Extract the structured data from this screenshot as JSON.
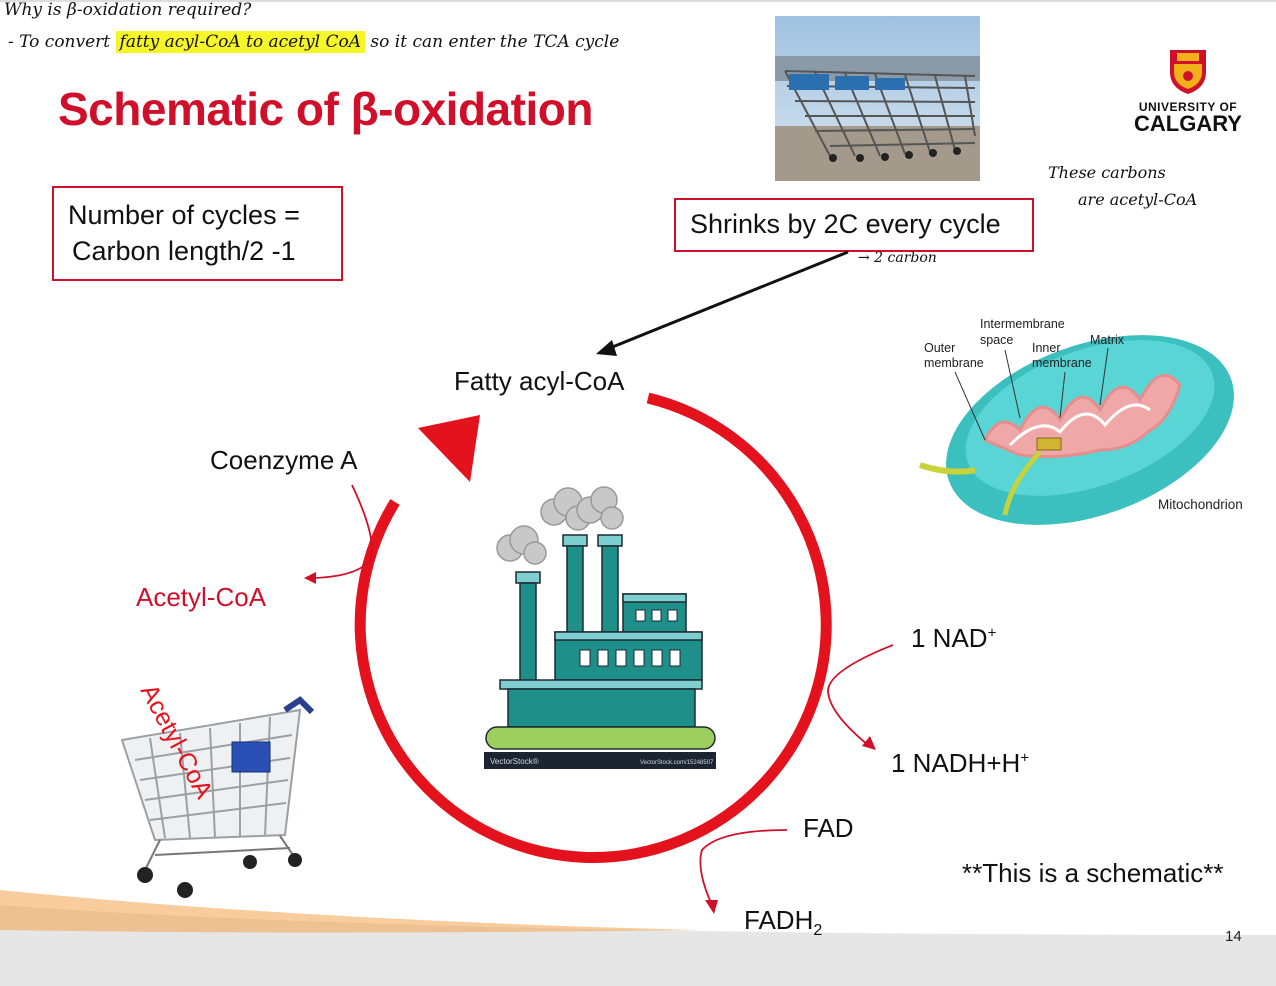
{
  "handwriting": {
    "line1": "Why is β-oxidation required?",
    "line2_prefix": "- To convert",
    "line2_highlight": "fatty acyl-CoA to acetyl CoA",
    "line2_suffix": "so it can enter the TCA cycle",
    "carbons_note_1": "These carbons",
    "carbons_note_2": "are acetyl-CoA",
    "arrow_note": "→ 2 carbon"
  },
  "slide": {
    "title": "Schematic of β-oxidation",
    "cycles_box_line1": "Number of cycles =",
    "cycles_box_line2": "Carbon length/2 -1",
    "shrinks_box": "Shrinks by 2C every cycle",
    "emphasis_note": "**This is a schematic**",
    "page_number": "14"
  },
  "logo": {
    "line1": "UNIVERSITY OF",
    "line2": "CALGARY"
  },
  "cycle": {
    "fatty_acyl": "Fatty acyl-CoA",
    "coenzyme_a": "Coenzyme A",
    "acetyl_coa": "Acetyl-CoA",
    "nad": "1 NAD",
    "nad_sup": "+",
    "nadh": "1 NADH+H",
    "nadh_sup": "+",
    "fad": "FAD",
    "fadh": "FADH",
    "fadh_sub": "2"
  },
  "cart_label": "Acetyl-CoA",
  "factory": {
    "brand": "VectorStock®",
    "url": "VectorStock.com/15248507"
  },
  "mitochondrion": {
    "intermembrane": "Intermembrane",
    "space": "space",
    "outer": "Outer",
    "membrane1": "membrane",
    "inner": "Inner",
    "membrane2": "membrane",
    "matrix": "Matrix",
    "name": "Mitochondrion"
  },
  "colors": {
    "accent_red": "#d0102a",
    "highlight_yellow": "#f5f52a",
    "factory_teal": "#1f8f8a",
    "mito_teal": "#3bbfbf"
  }
}
